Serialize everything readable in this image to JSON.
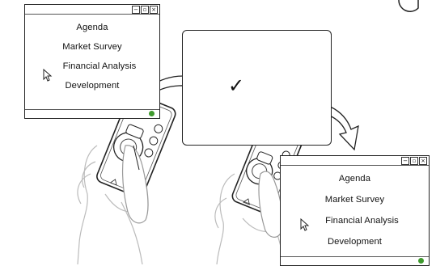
{
  "source_window": {
    "controls": [
      "−",
      "▫",
      "×"
    ],
    "items": [
      "Agenda",
      "Market Survey",
      "Financial Analysis",
      "Development"
    ]
  },
  "transition_window": {
    "check_symbol": "✓"
  },
  "result_window": {
    "controls": [
      "−",
      "▫",
      "×"
    ],
    "items": [
      "Agenda",
      "Market Survey",
      "Financial Analysis",
      "Development"
    ]
  },
  "icons": {
    "pointer": "mouse-pointer-icon",
    "status": "green-status-dot-icon"
  },
  "colors": {
    "status_dot": "#3f9a2e",
    "outline": "#222222"
  }
}
